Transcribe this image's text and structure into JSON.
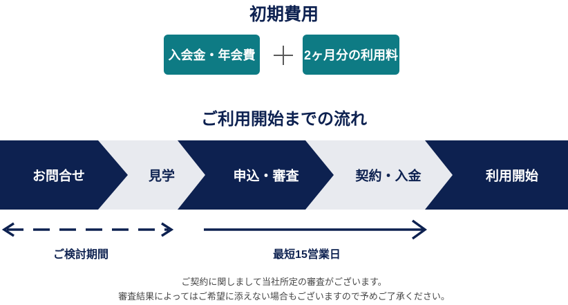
{
  "colors": {
    "navy": "#0d2150",
    "teal": "#0e7b84",
    "light_chevron": "#e8eaef",
    "plus_gray": "#595959",
    "disclaimer_gray": "#474747",
    "white": "#ffffff"
  },
  "initial_cost": {
    "title": "初期費用",
    "plus": "+",
    "items": [
      {
        "label": "入会金・年会費"
      },
      {
        "label": "2ヶ月分の利用料"
      }
    ]
  },
  "flow": {
    "title": "ご利用開始までの流れ",
    "steps": [
      {
        "label": "お問合せ",
        "variant": "dark"
      },
      {
        "label": "見学",
        "variant": "light"
      },
      {
        "label": "申込・審査",
        "variant": "dark"
      },
      {
        "label": "契約・入金",
        "variant": "light"
      },
      {
        "label": "利用開始",
        "variant": "dark"
      }
    ]
  },
  "timeline": {
    "consideration_label": "ご検討期間",
    "business_days_label": "最短15営業日"
  },
  "disclaimer": {
    "line1": "ご契約に関しまして当社所定の審査がございます。",
    "line2": "審査結果によってはご希望に添えない場合もございますので予めご了承ください。"
  }
}
